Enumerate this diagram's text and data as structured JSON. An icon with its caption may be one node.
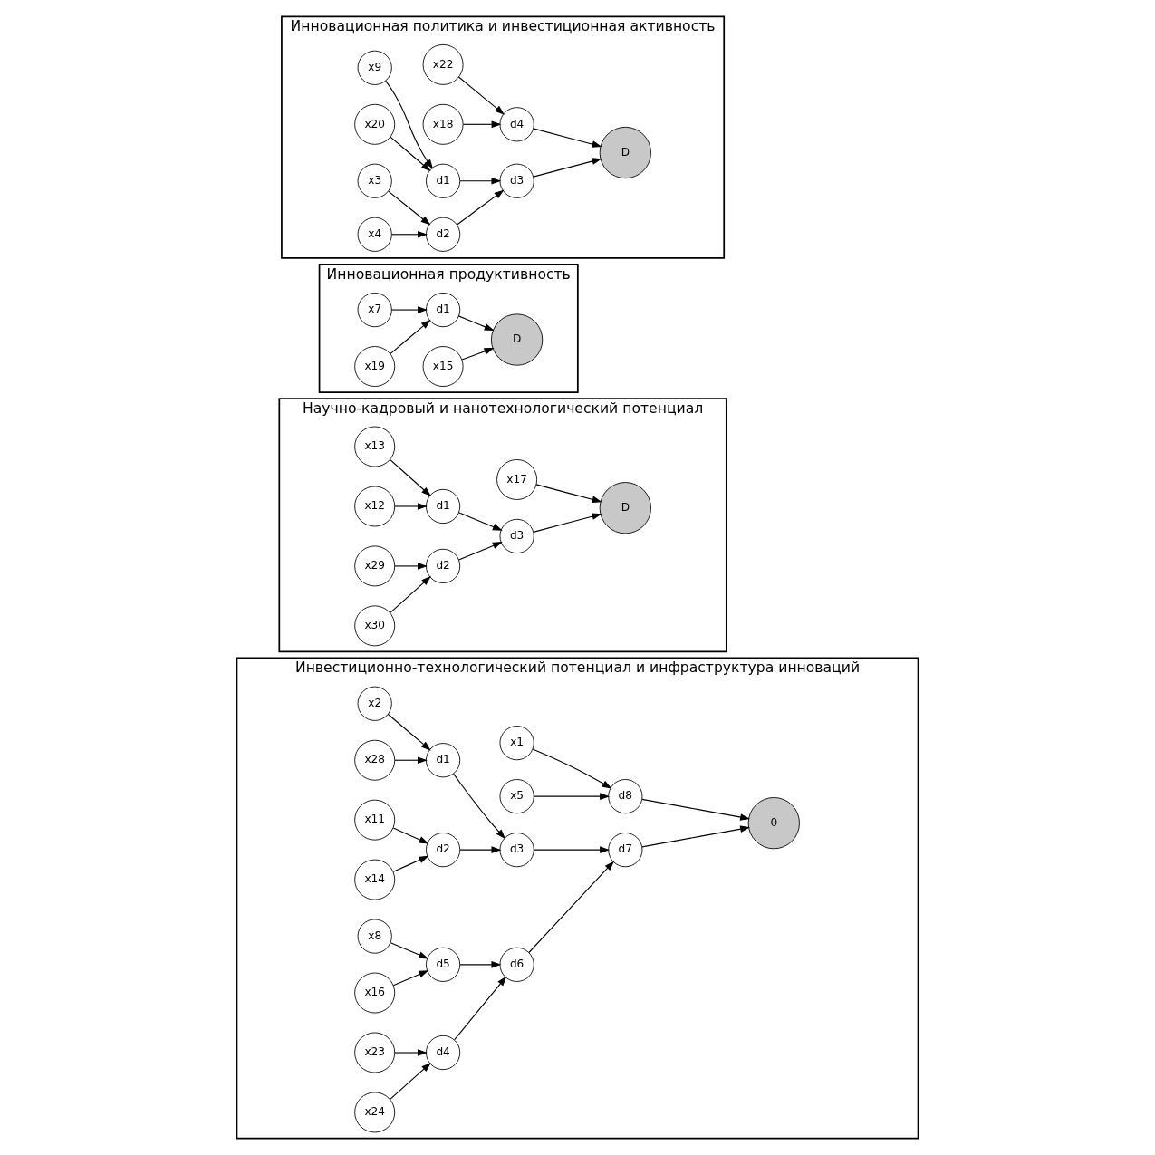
{
  "diagram": {
    "nodes": [
      {
        "text": [
          "Инвестиционно-технологический потенциал и инфраструктура инноваций"
        ]
      },
      {
        "text": [
          "x1"
        ],
        "in": 0
      },
      {
        "text": [
          "x5"
        ],
        "in": 0
      },
      {
        "text": [
          "d8"
        ],
        "in": 0
      },
      {
        "text": [
          "0"
        ],
        "in": 0
      },
      {
        "text": [
          "d7"
        ],
        "in": 0
      },
      {
        "text": [
          "d3"
        ],
        "in": 0
      },
      {
        "text": [
          "d6"
        ],
        "in": 0
      },
      {
        "text": [
          "d5"
        ],
        "in": 0
      },
      {
        "text": [
          "x8"
        ],
        "in": 0
      },
      {
        "text": [
          "x2"
        ],
        "in": 0
      },
      {
        "text": [
          "d1"
        ],
        "in": 0
      },
      {
        "text": [
          "x28"
        ],
        "in": 0
      },
      {
        "text": [
          "d2"
        ],
        "in": 0
      },
      {
        "text": [
          "x11"
        ],
        "in": 0
      },
      {
        "text": [
          "x14"
        ],
        "in": 0
      },
      {
        "text": [
          "d4"
        ],
        "in": 0
      },
      {
        "text": [
          "x23"
        ],
        "in": 0
      },
      {
        "text": [
          "x24"
        ],
        "in": 0
      },
      {
        "text": [
          "x16"
        ],
        "in": 0
      },
      {
        "text": [
          "Научно-кадровый и нанотехнологический потенциал"
        ]
      },
      {
        "text": [
          "x17"
        ],
        "in": 20
      },
      {
        "text": [
          "D"
        ],
        "in": 20
      },
      {
        "text": [
          "d3"
        ],
        "in": 20
      },
      {
        "text": [
          "d1"
        ],
        "in": 20
      },
      {
        "text": [
          "x13"
        ],
        "in": 20
      },
      {
        "text": [
          "x12"
        ],
        "in": 20
      },
      {
        "text": [
          "d2"
        ],
        "in": 20
      },
      {
        "text": [
          "x29"
        ],
        "in": 20
      },
      {
        "text": [
          "x30"
        ],
        "in": 20
      },
      {
        "text": [
          "Инновационная продуктивность"
        ]
      },
      {
        "text": [
          "x7"
        ],
        "in": 30
      },
      {
        "text": [
          "D"
        ],
        "in": 30
      },
      {
        "text": [
          "d1"
        ],
        "in": 30
      },
      {
        "text": [
          "x19"
        ],
        "in": 30
      },
      {
        "text": [
          "x15"
        ],
        "in": 30
      },
      {
        "text": [
          "Инновационная политика и инвестиционная активность"
        ]
      },
      {
        "text": [
          "x22"
        ],
        "in": 36
      },
      {
        "text": [
          "d4"
        ],
        "in": 36
      },
      {
        "text": [
          "D"
        ],
        "in": 36
      },
      {
        "text": [
          "x18"
        ],
        "in": 36
      },
      {
        "text": [
          "d3"
        ],
        "in": 36
      },
      {
        "text": [
          "x9"
        ],
        "in": 36
      },
      {
        "text": [
          "d1"
        ],
        "in": 36
      },
      {
        "text": [
          "x20"
        ],
        "in": 36
      },
      {
        "text": [
          "d2"
        ],
        "in": 36
      },
      {
        "text": [
          "x3"
        ],
        "in": 36
      },
      {
        "text": [
          "x4"
        ],
        "in": 36
      }
    ],
    "edges": [
      {
        "from": 1,
        "to": 3,
        "arrow": "to"
      },
      {
        "from": 2,
        "to": 3,
        "arrow": "to"
      },
      {
        "from": 3,
        "to": 4,
        "arrow": "to"
      },
      {
        "from": 5,
        "to": 4,
        "arrow": "to"
      },
      {
        "from": 6,
        "to": 5,
        "arrow": "to"
      },
      {
        "from": 7,
        "to": 5,
        "arrow": "to"
      },
      {
        "from": 8,
        "to": 7,
        "arrow": "to"
      },
      {
        "from": 9,
        "to": 8,
        "arrow": "to"
      },
      {
        "from": 19,
        "to": 8,
        "arrow": "to"
      },
      {
        "from": 10,
        "to": 11,
        "arrow": "to"
      },
      {
        "from": 12,
        "to": 11,
        "arrow": "to"
      },
      {
        "from": 11,
        "to": 6,
        "arrow": "to"
      },
      {
        "from": 13,
        "to": 6,
        "arrow": "to"
      },
      {
        "from": 14,
        "to": 13,
        "arrow": "to"
      },
      {
        "from": 15,
        "to": 13,
        "arrow": "to"
      },
      {
        "from": 16,
        "to": 7,
        "arrow": "to"
      },
      {
        "from": 17,
        "to": 16,
        "arrow": "to"
      },
      {
        "from": 18,
        "to": 16,
        "arrow": "to"
      },
      {
        "from": 21,
        "to": 22,
        "arrow": "to"
      },
      {
        "from": 23,
        "to": 22,
        "arrow": "to"
      },
      {
        "from": 24,
        "to": 23,
        "arrow": "to"
      },
      {
        "from": 25,
        "to": 24,
        "arrow": "to"
      },
      {
        "from": 26,
        "to": 24,
        "arrow": "to"
      },
      {
        "from": 27,
        "to": 23,
        "arrow": "to"
      },
      {
        "from": 28,
        "to": 27,
        "arrow": "to"
      },
      {
        "from": 29,
        "to": 27,
        "arrow": "to"
      },
      {
        "from": 31,
        "to": 33,
        "arrow": "to"
      },
      {
        "from": 34,
        "to": 33,
        "arrow": "to"
      },
      {
        "from": 33,
        "to": 32,
        "arrow": "to"
      },
      {
        "from": 35,
        "to": 32,
        "arrow": "to"
      },
      {
        "from": 37,
        "to": 38,
        "arrow": "to"
      },
      {
        "from": 40,
        "to": 38,
        "arrow": "to"
      },
      {
        "from": 38,
        "to": 39,
        "arrow": "to"
      },
      {
        "from": 41,
        "to": 39,
        "arrow": "to"
      },
      {
        "from": 42,
        "to": 43,
        "arrow": "to"
      },
      {
        "from": 44,
        "to": 43,
        "arrow": "to"
      },
      {
        "from": 43,
        "to": 41,
        "arrow": "to"
      },
      {
        "from": 45,
        "to": 41,
        "arrow": "to"
      },
      {
        "from": 46,
        "to": 45,
        "arrow": "to"
      },
      {
        "from": 47,
        "to": 45,
        "arrow": "to"
      }
    ]
  }
}
